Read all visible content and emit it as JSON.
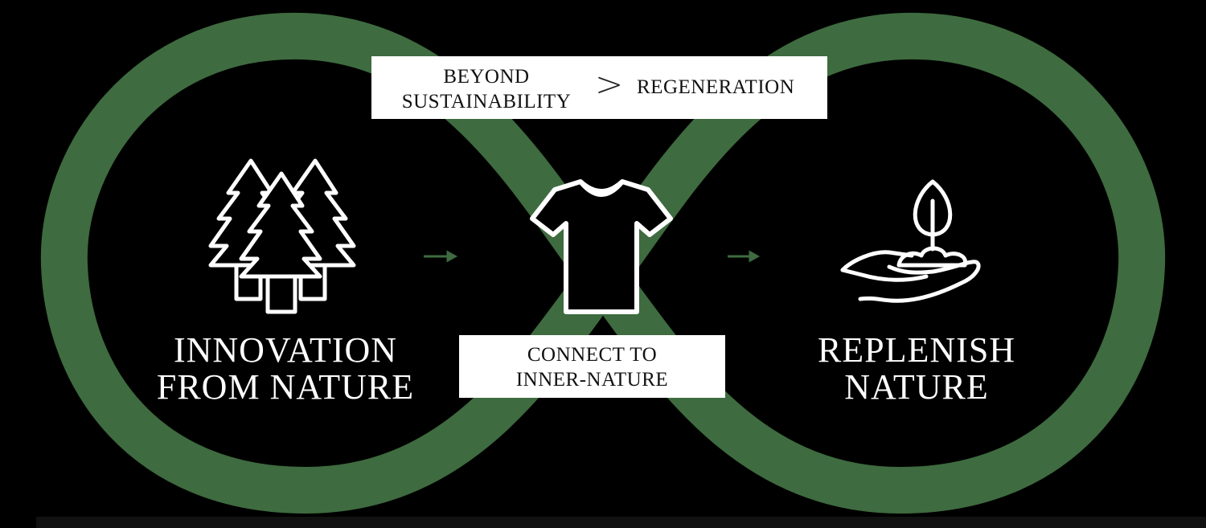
{
  "colors": {
    "loop": "#3e6b3f",
    "background": "#000000",
    "icon_stroke": "#ffffff",
    "arrow": "#3e6b3f"
  },
  "top_box": {
    "left_line1": "BEYOND",
    "left_line2": "SUSTAINABILITY",
    "separator": ">",
    "right_text": "REGENERATION"
  },
  "bottom_box": {
    "line1": "CONNECT TO",
    "line2": "INNER-NATURE"
  },
  "left_label": {
    "line1": "INNOVATION",
    "line2": "FROM NATURE"
  },
  "right_label": {
    "line1": "REPLENISH",
    "line2": "NATURE"
  },
  "icons": {
    "left": "trees-icon",
    "center": "tshirt-icon",
    "right": "hand-sprout-icon"
  }
}
